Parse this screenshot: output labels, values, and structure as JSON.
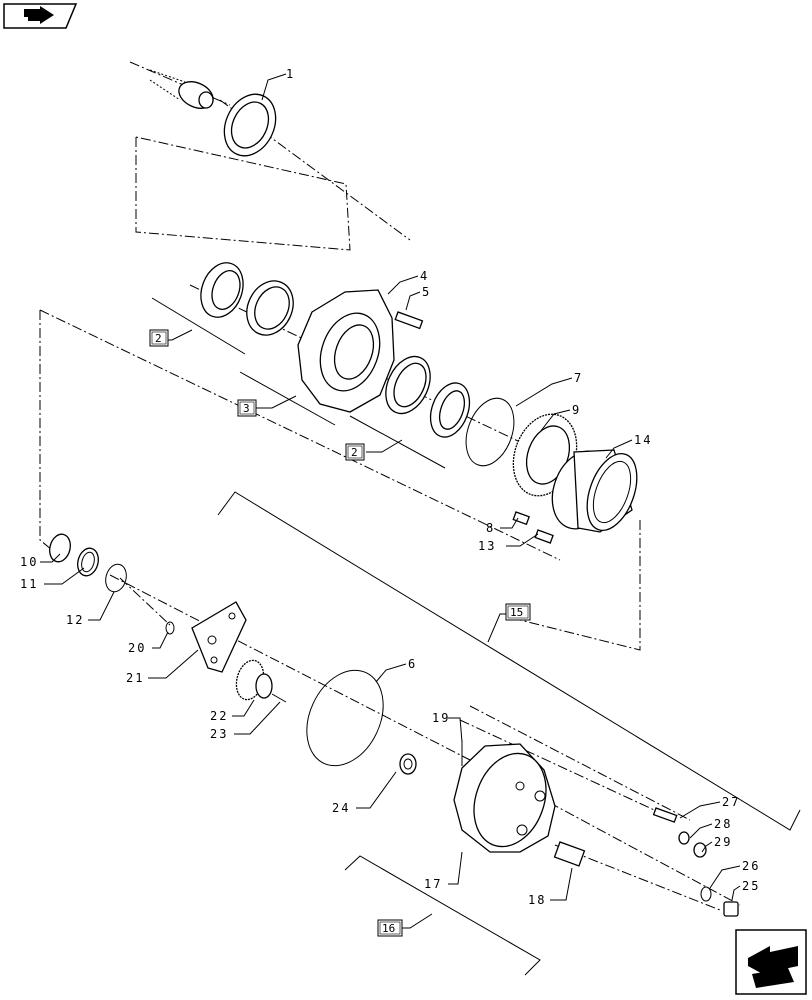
{
  "callouts": {
    "c1": "1",
    "c2a": "2",
    "c2b": "2",
    "c3": "3",
    "c4": "4",
    "c5": "5",
    "c6": "6",
    "c7": "7",
    "c8": "8",
    "c9": "9",
    "c10": "10",
    "c11": "11",
    "c12": "12",
    "c13": "13",
    "c14": "14",
    "c15": "15",
    "c16": "16",
    "c17": "17",
    "c18": "18",
    "c19": "19",
    "c20": "20",
    "c21": "21",
    "c22": "22",
    "c23": "23",
    "c24": "24",
    "c25": "25",
    "c26": "26",
    "c27": "27",
    "c28": "28",
    "c29": "29"
  },
  "icons": {
    "top_left": "previous-page-arrow-icon",
    "bottom_right": "next-page-arrow-icon"
  }
}
